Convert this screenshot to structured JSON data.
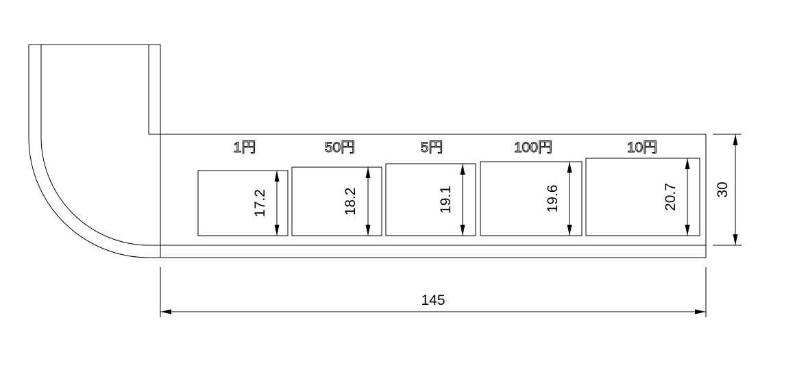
{
  "drawing": {
    "overall_length": "145",
    "overall_height": "30",
    "slots": [
      {
        "label": "1円",
        "dimension": "17.2"
      },
      {
        "label": "50円",
        "dimension": "18.2"
      },
      {
        "label": "5円",
        "dimension": "19.1"
      },
      {
        "label": "100円",
        "dimension": "19.6"
      },
      {
        "label": "10円",
        "dimension": "20.7"
      }
    ]
  }
}
